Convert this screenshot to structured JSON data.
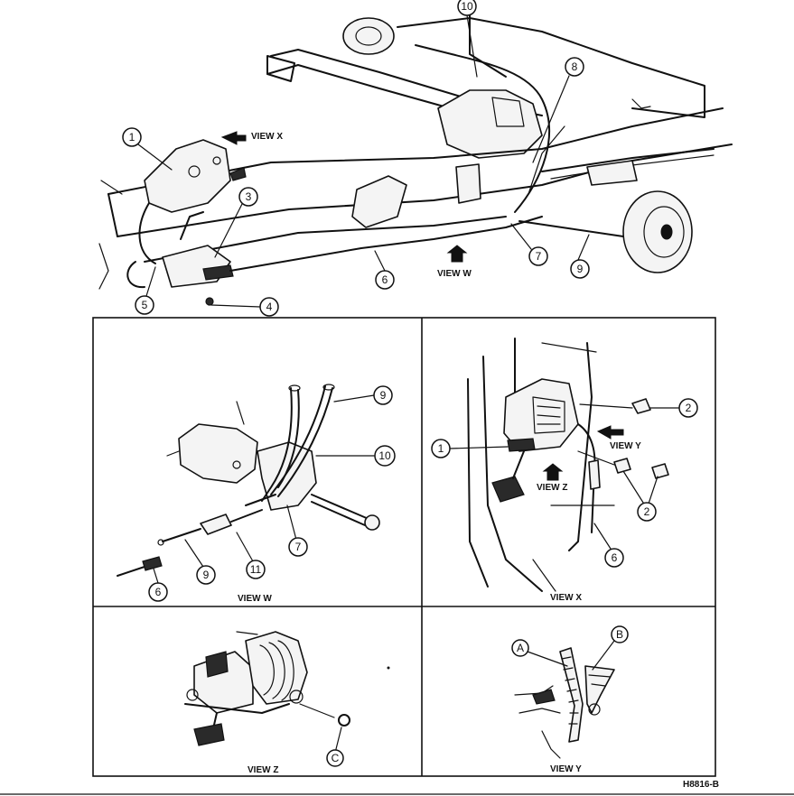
{
  "figure_id": "H8816-B",
  "views": {
    "w": "VIEW W",
    "x": "VIEW X",
    "y": "VIEW Y",
    "z": "VIEW Z"
  },
  "arrow_labels": {
    "view_x": "VIEW X",
    "view_w": "VIEW W",
    "view_y": "VIEW Y",
    "view_z": "VIEW Z"
  },
  "callouts": {
    "c1": "1",
    "c2": "2",
    "c3": "3",
    "c4": "4",
    "c5": "5",
    "c6": "6",
    "c7": "7",
    "c8": "8",
    "c9": "9",
    "c10": "10",
    "c11": "11",
    "cA": "A",
    "cB": "B",
    "cC": "C"
  }
}
